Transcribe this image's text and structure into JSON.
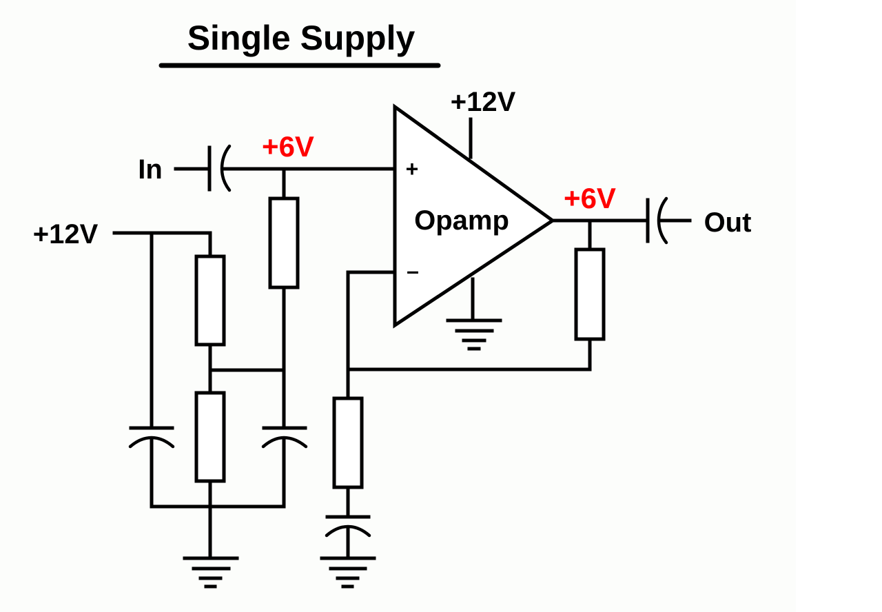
{
  "title": "Single Supply",
  "colors": {
    "wire": "#000000",
    "label": "#000000",
    "bias_voltage": "#ff0000",
    "background": "#fcfdfb"
  },
  "labels": {
    "input": "In",
    "output": "Out",
    "opamp": "Opamp",
    "non_inverting": "+",
    "inverting": "–",
    "supply_left": "+12V",
    "supply_opamp": "+12V",
    "bias_input": "+6V",
    "bias_output": "+6V"
  },
  "components": {
    "opamp": {
      "name": "Opamp",
      "inputs": [
        "+",
        "-"
      ],
      "supply": "+12V",
      "ground": true
    },
    "input_capacitor": {
      "type": "capacitor",
      "between": [
        "In",
        "+ input"
      ]
    },
    "bias_resistor": {
      "type": "resistor",
      "between": [
        "+ input",
        "divider midpoint"
      ]
    },
    "divider_top_resistor": {
      "type": "resistor",
      "between": [
        "+12V",
        "divider midpoint"
      ]
    },
    "divider_bottom_resistor": {
      "type": "resistor",
      "between": [
        "divider midpoint",
        "ground"
      ]
    },
    "supply_decoupling_capacitor": {
      "type": "capacitor",
      "between": [
        "+12V",
        "ground"
      ]
    },
    "midpoint_decoupling_capacitor": {
      "type": "capacitor",
      "between": [
        "divider midpoint",
        "ground"
      ]
    },
    "feedback_resistor": {
      "type": "resistor",
      "between": [
        "output",
        "- input"
      ]
    },
    "gain_resistor": {
      "type": "resistor",
      "between": [
        "- input",
        "gain capacitor"
      ]
    },
    "gain_capacitor": {
      "type": "capacitor",
      "between": [
        "gain resistor",
        "ground"
      ]
    },
    "output_capacitor": {
      "type": "capacitor",
      "between": [
        "output",
        "Out"
      ]
    }
  }
}
